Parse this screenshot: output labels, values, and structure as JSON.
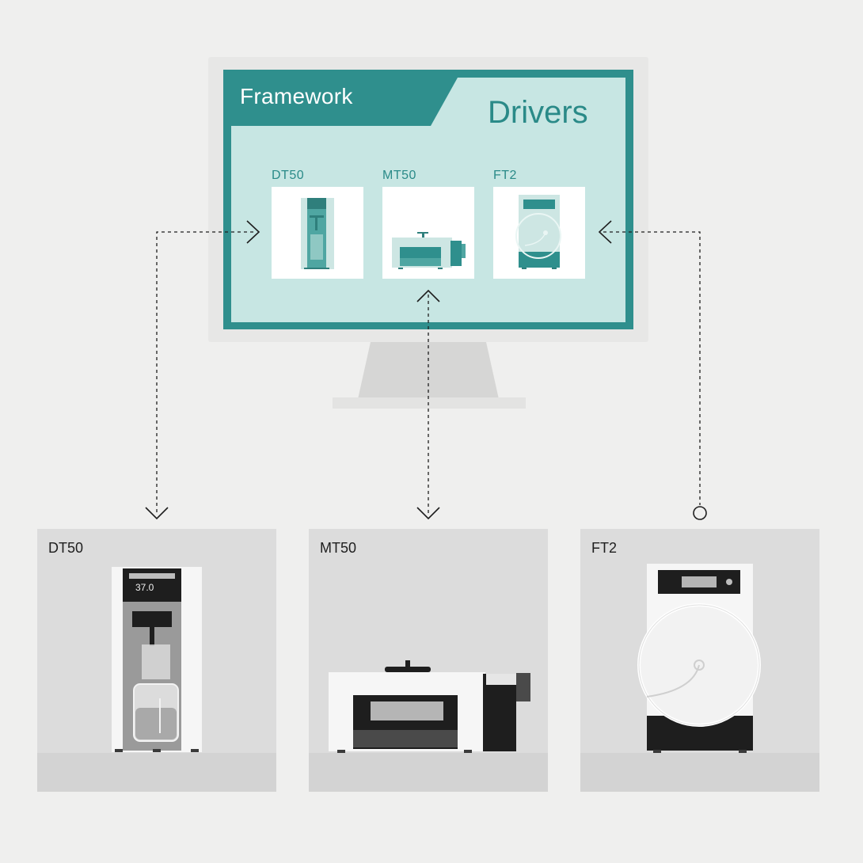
{
  "monitor": {
    "framework_label": "Framework",
    "drivers_label": "Drivers",
    "cards": [
      {
        "label": "DT50",
        "icon": "dissolution-tester-icon"
      },
      {
        "label": "MT50",
        "icon": "moisture-analyzer-icon"
      },
      {
        "label": "FT2",
        "icon": "flow-tester-icon"
      }
    ]
  },
  "devices": [
    {
      "label": "DT50",
      "display": "37.0"
    },
    {
      "label": "MT50"
    },
    {
      "label": "FT2"
    }
  ],
  "colors": {
    "teal": "#2f8f8d",
    "teal_light": "#c7e6e3",
    "panel_bg": "#dcdcdc",
    "background": "#efefee"
  }
}
